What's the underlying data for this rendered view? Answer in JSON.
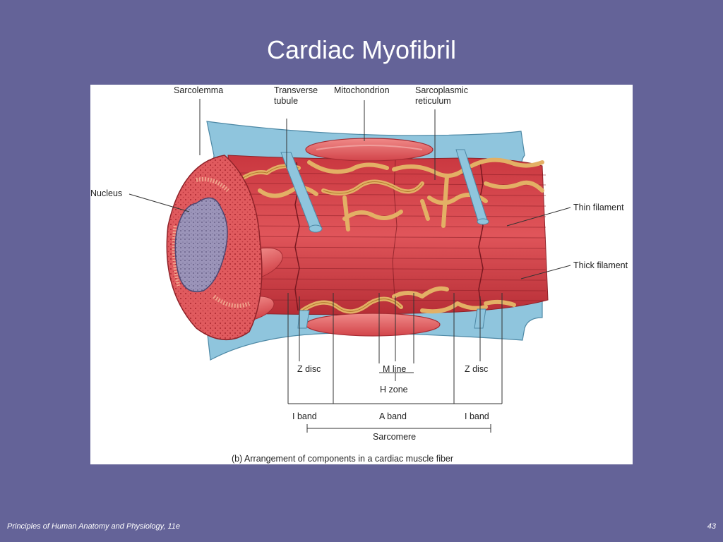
{
  "slide": {
    "title": "Cardiac Myofibril",
    "footer_left": "Principles of Human Anatomy and Physiology, 11e",
    "page_number": "43"
  },
  "diagram": {
    "labels": {
      "sarcolemma": "Sarcolemma",
      "transverse_tubule_line1": "Transverse",
      "transverse_tubule_line2": "tubule",
      "mitochondrion": "Mitochondrion",
      "sarcoplasmic_reticulum_line1": "Sarcoplasmic",
      "sarcoplasmic_reticulum_line2": "reticulum",
      "nucleus": "Nucleus",
      "thin_filament": "Thin filament",
      "thick_filament": "Thick filament",
      "z_disc_left": "Z disc",
      "m_line": "M line",
      "z_disc_right": "Z disc",
      "h_zone": "H zone",
      "i_band_left": "I band",
      "a_band": "A band",
      "i_band_right": "I band",
      "sarcomere": "Sarcomere"
    },
    "caption": "(b) Arrangement of components in a cardiac muscle fiber",
    "colors": {
      "slide_background": "#646398",
      "muscle": "#d9444a",
      "muscle_dark": "#b8303a",
      "sarcolemma": "#8cc3dc",
      "reticulum": "#e6b56a",
      "nucleus": "#9a93b8",
      "mitochondrion": "#e2585a"
    }
  }
}
